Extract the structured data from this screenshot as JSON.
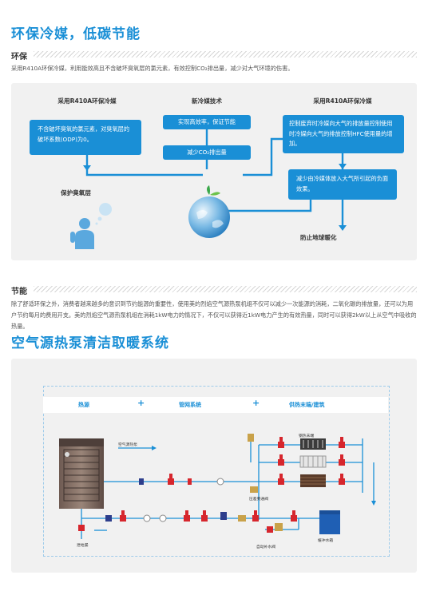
{
  "section1": {
    "title": "环保冷媒，低碳节能",
    "env_label": "环保",
    "env_text": "采用R410A环保冷媒，利用能效高且不含破坏臭氧层的氯元素，有效控制CO₂排出量，减少对大气环境的伤害。",
    "col1": {
      "heading": "采用R410A环保冷媒",
      "box": "不含破坏臭氧的氯元素，对臭氧层的破坏系数(ODP)为0。",
      "bottom": "保护臭氧层"
    },
    "col2": {
      "heading": "新冷媒技术",
      "box1": "实现高效率，保证节能",
      "box2": "减少CO₂排出量"
    },
    "col3": {
      "heading": "采用R410A环保冷媒",
      "box1": "控制废弃时冷媒向大气的排放量控制使用时冷媒向大气的排放控制HFC使用量的增加。",
      "box2": "减少由冷媒体放入大气所引起的负面效果。",
      "bottom": "防止地球暖化"
    },
    "save_label": "节能",
    "save_text": "除了舒适环保之外，消费者越来越多的意识到节约能源的重要性，使用美的烈焰空气源热泵机组不仅可以减少一次能源的消耗，二氧化碳的排放量，还可以为用户节约每月的费用开支。美的烈焰空气源热泵机组在消耗1kW电力的情况下，不仅可以获得近1kW电力产生的有效热量，同时可以获得2kW以上从空气中吸收的热量。"
  },
  "section2": {
    "title": "空气源热泵清洁取暖系统",
    "bar": {
      "heat": "热源",
      "pipe": "管网系统",
      "end": "供热末端/建筑",
      "plus": "+"
    },
    "labels": {
      "unit": "空气源热泵",
      "fan_coil": "钢热末端",
      "bypass": "压差旁通阀",
      "drain": "泄地漏",
      "auto_fill": "自动补水阀",
      "tank": "缓冲水箱"
    },
    "colors": {
      "blue": "#1a8fd6",
      "panel": "#f1f1f1",
      "red": "#d6262d"
    }
  }
}
